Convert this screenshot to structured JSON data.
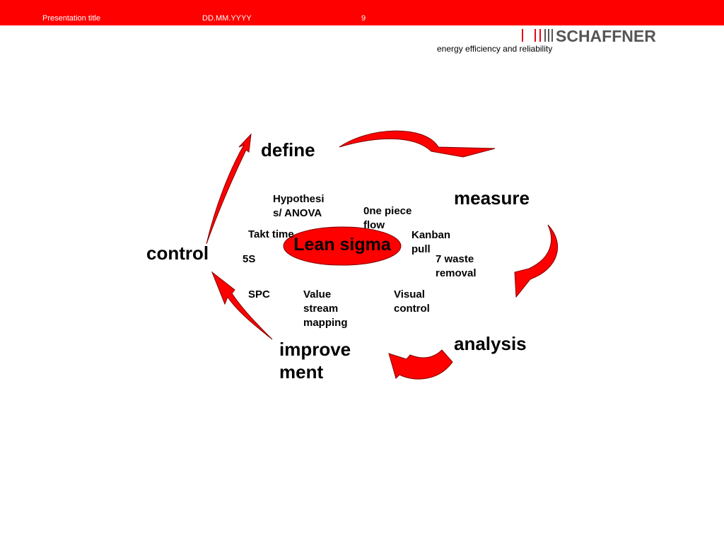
{
  "header": {
    "presentation_title": "Presentation title",
    "date": "DD.MM.YYYY",
    "page_number": "9",
    "tagline": "energy efficiency and reliability"
  },
  "logo": {
    "text": "SCHAFFNER"
  },
  "colors": {
    "accent": "#ff0000",
    "arrow_stroke": "#800000",
    "text": "#000000"
  },
  "diagram": {
    "center": "Lean sigma",
    "stages": {
      "define": "define",
      "measure": "measure",
      "analysis": "analysis",
      "improvement_line1": "improve",
      "improvement_line2": "ment",
      "control": "control"
    },
    "tools": {
      "hypothesis_line1": "Hypothesi",
      "hypothesis_line2": "s/ ANOVA",
      "one_piece_flow_line1": "0ne piece",
      "one_piece_flow_line2": "flow",
      "takt_time": "Takt time",
      "kanban_line1": "Kanban",
      "kanban_line2": "pull",
      "five_s": "5S",
      "seven_waste_line1": "7 waste",
      "seven_waste_line2": "removal",
      "spc": "SPC",
      "vsm_line1": "Value",
      "vsm_line2": "stream",
      "vsm_line3": "mapping",
      "visual_control_line1": "Visual",
      "visual_control_line2": "control"
    }
  }
}
